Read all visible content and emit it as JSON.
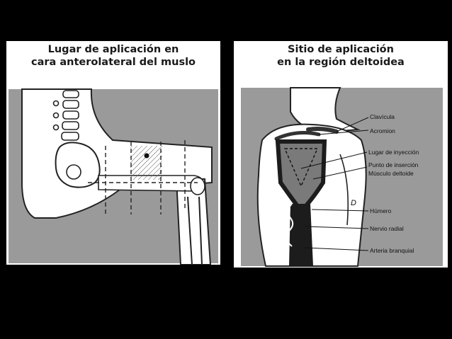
{
  "panels": {
    "thigh": {
      "title_line1": "Lugar de aplicación en",
      "title_line2": "cara anterolateral del muslo"
    },
    "deltoid": {
      "title_line1": "Sitio de aplicación",
      "title_line2": "en la región deltoidea",
      "labels": {
        "clavicula": "Clavícula",
        "acromion": "Acromion",
        "lugar": "Lugar de inyección",
        "punto": "Punto de inserción",
        "musculo": "Músculo deltoide",
        "humero": "Húmero",
        "nervio": "Nervio radial",
        "arteria": "Arteria branquial",
        "letter_d": "D"
      }
    }
  },
  "colors": {
    "background": "#000000",
    "panel": "#ffffff",
    "shade": "#9a9a9a",
    "dark": "#1c1c1c"
  }
}
